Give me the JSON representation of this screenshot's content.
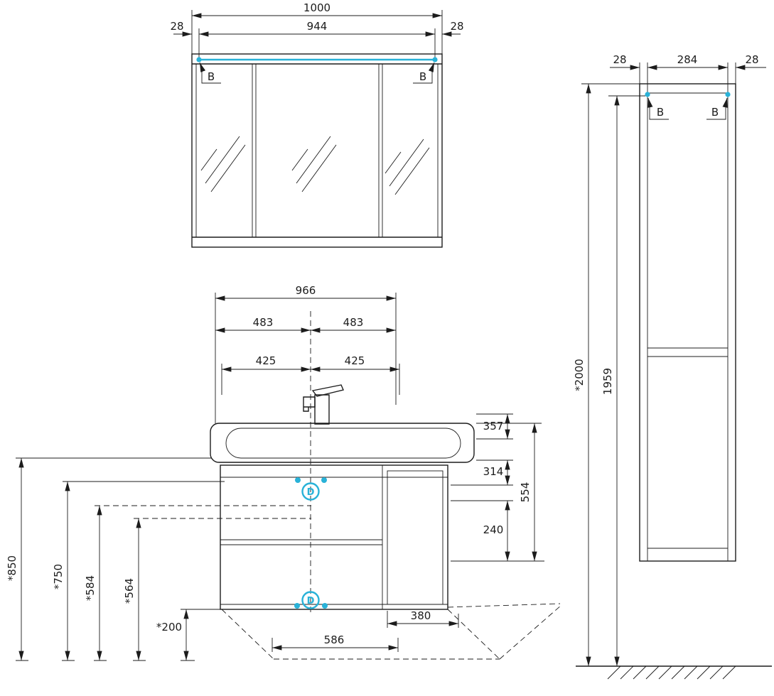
{
  "colors": {
    "accent": "#29b2d8",
    "line": "#1c1c1c",
    "background": "#ffffff"
  },
  "mirror": {
    "w_total": "1000",
    "w_side_l": "28",
    "w_glass": "944",
    "w_side_r": "28",
    "callout_l": "B",
    "callout_r": "B"
  },
  "tall": {
    "d_side_l": "28",
    "d_body": "284",
    "d_side_r": "28",
    "h_total": "*2000",
    "h_body": "1959",
    "callout_l": "B",
    "callout_r": "B"
  },
  "vanity": {
    "w_top": "966",
    "w_half_l": "483",
    "w_half_r": "483",
    "w_in_l": "425",
    "w_in_r": "425",
    "h_850": "*850",
    "h_750": "*750",
    "h_584": "*584",
    "h_564": "*564",
    "h_200": "*200",
    "d_357": "357",
    "d_314": "314",
    "h_554": "554",
    "h_240": "240",
    "f_586": "586",
    "f_380": "380",
    "callout_top": "D",
    "callout_bottom": "D"
  }
}
